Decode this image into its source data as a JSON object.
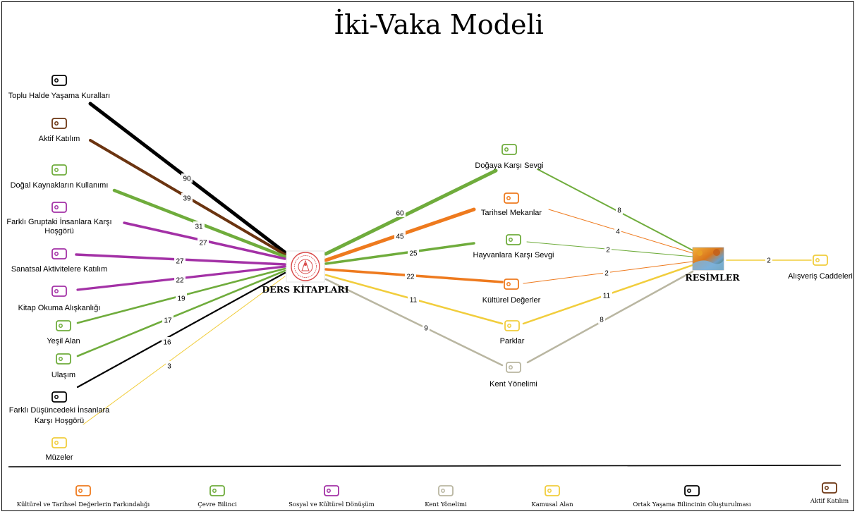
{
  "title": "İki-Vaka Modeli",
  "hubs": {
    "left": "DERS KİTAPLARI",
    "right": "RESİMLER"
  },
  "colors": {
    "black": "#000000",
    "brown": "#6b3410",
    "green": "#6fac3c",
    "purple": "#a331a6",
    "orange": "#ee7a1e",
    "yellow": "#f1cd3c",
    "gray": "#c9c9c9",
    "lightgray": "#b9b6a1"
  },
  "left_codes": [
    {
      "label": "Toplu Halde Yaşama Kuralları",
      "color": "black",
      "weight": "90"
    },
    {
      "label": "Aktif Katılım",
      "color": "brown",
      "weight": "39"
    },
    {
      "label": "Doğal Kaynakların Kullanımı",
      "color": "green",
      "weight": "31"
    },
    {
      "label": "Farklı Gruptaki İnsanlara Karşı",
      "label2": "Hoşgörü",
      "color": "purple",
      "weight": "27"
    },
    {
      "label": "Sanatsal Aktivitelere Katılım",
      "color": "purple",
      "weight": "27"
    },
    {
      "label": "Kitap Okuma Alışkanlığı",
      "color": "purple",
      "weight": "22"
    },
    {
      "label": "Yeşil Alan",
      "color": "green",
      "weight": "19"
    },
    {
      "label": "Ulaşım",
      "color": "green",
      "weight": "17"
    },
    {
      "label": "Farklı Düşüncedeki İnsanlara",
      "label2": "Karşı Hoşgörü",
      "color": "black",
      "weight": "16"
    },
    {
      "label": "Müzeler",
      "color": "yellow",
      "weight": "3"
    }
  ],
  "middle_codes": [
    {
      "label": "Doğaya Karşı Sevgi",
      "color": "green",
      "w_left": "60",
      "w_right": "8"
    },
    {
      "label": "Tarihsel Mekanlar",
      "color": "orange",
      "w_left": "45",
      "w_right": "4"
    },
    {
      "label": "Hayvanlara Karşı Sevgi",
      "color": "green",
      "w_left": "25",
      "w_right": "2"
    },
    {
      "label": "Kültürel Değerler",
      "color": "orange",
      "w_left": "22",
      "w_right": "2"
    },
    {
      "label": "Parklar",
      "color": "yellow",
      "w_left": "11",
      "w_right": "11"
    },
    {
      "label": "Kent Yönelimi",
      "color": "lightgray",
      "w_left": "9",
      "w_right": "8"
    }
  ],
  "right_codes": [
    {
      "label": "Alışveriş Caddeleri",
      "color": "yellow",
      "weight": "2"
    }
  ],
  "legend": [
    {
      "label": "Kültürel ve Tarihsel Değerlerin Farkındalığı",
      "color": "orange"
    },
    {
      "label": "Çevre Bilinci",
      "color": "green"
    },
    {
      "label": "Sosyal ve Kültürel Dönüşüm",
      "color": "purple"
    },
    {
      "label": "Kent Yönelimi",
      "color": "lightgray"
    },
    {
      "label": "Kamusal Alan",
      "color": "yellow"
    },
    {
      "label": "Ortak Yaşama Bilincinin Oluşturulması",
      "color": "black"
    },
    {
      "label": "Aktif Katılım",
      "color": "brown"
    }
  ]
}
